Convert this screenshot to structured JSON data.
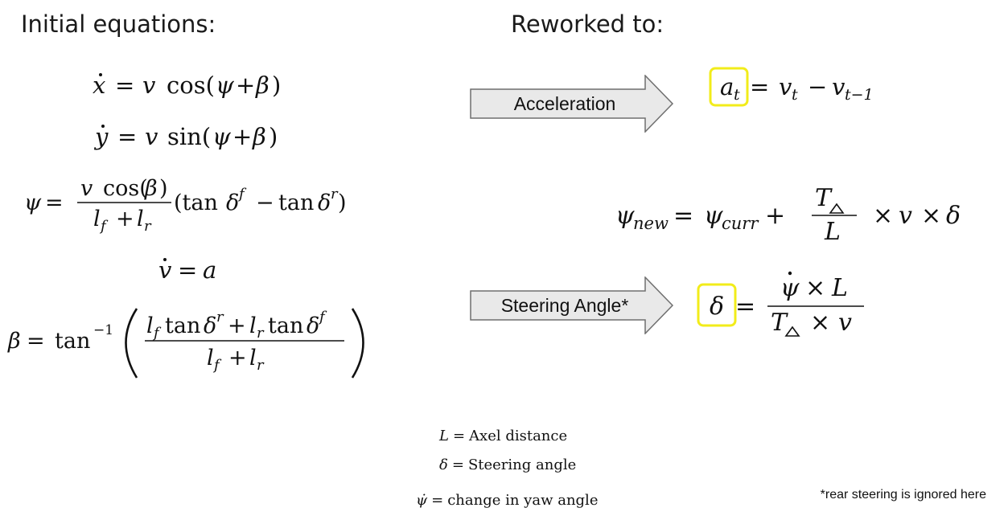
{
  "headings": {
    "initial": "Initial equations:",
    "reworked": "Reworked to:"
  },
  "initial_equations": [
    "ẋ = v cos(ψ + β)",
    "ẏ = v sin(ψ + β)",
    "ψ = v cos(β) / (l_f + l_r) · (tan δ^f − tan δ^r)",
    "v̇ = a",
    "β = tan⁻¹((l_f tan δ^r + l_r tan δ^f) / (l_f + l_r))"
  ],
  "reworked_equations": [
    "a_t = v_t − v_{t−1}",
    "ψ_new = ψ_curr + T_△ / L × v × δ",
    "δ = ψ̇ × L / (T_△ × v)"
  ],
  "arrows": {
    "acceleration": "Acceleration",
    "steering": "Steering Angle*"
  },
  "legend": [
    {
      "symbol": "L",
      "meaning": "Axel distance"
    },
    {
      "symbol": "δ",
      "meaning": "Steering angle"
    },
    {
      "symbol": "ψ̇",
      "meaning": "change in yaw angle"
    }
  ],
  "footnote": "*rear steering is ignored here",
  "colors": {
    "highlight": "#f2ec1a",
    "arrow_fill": "#e9e9e9",
    "arrow_stroke": "#6f6f6f"
  }
}
